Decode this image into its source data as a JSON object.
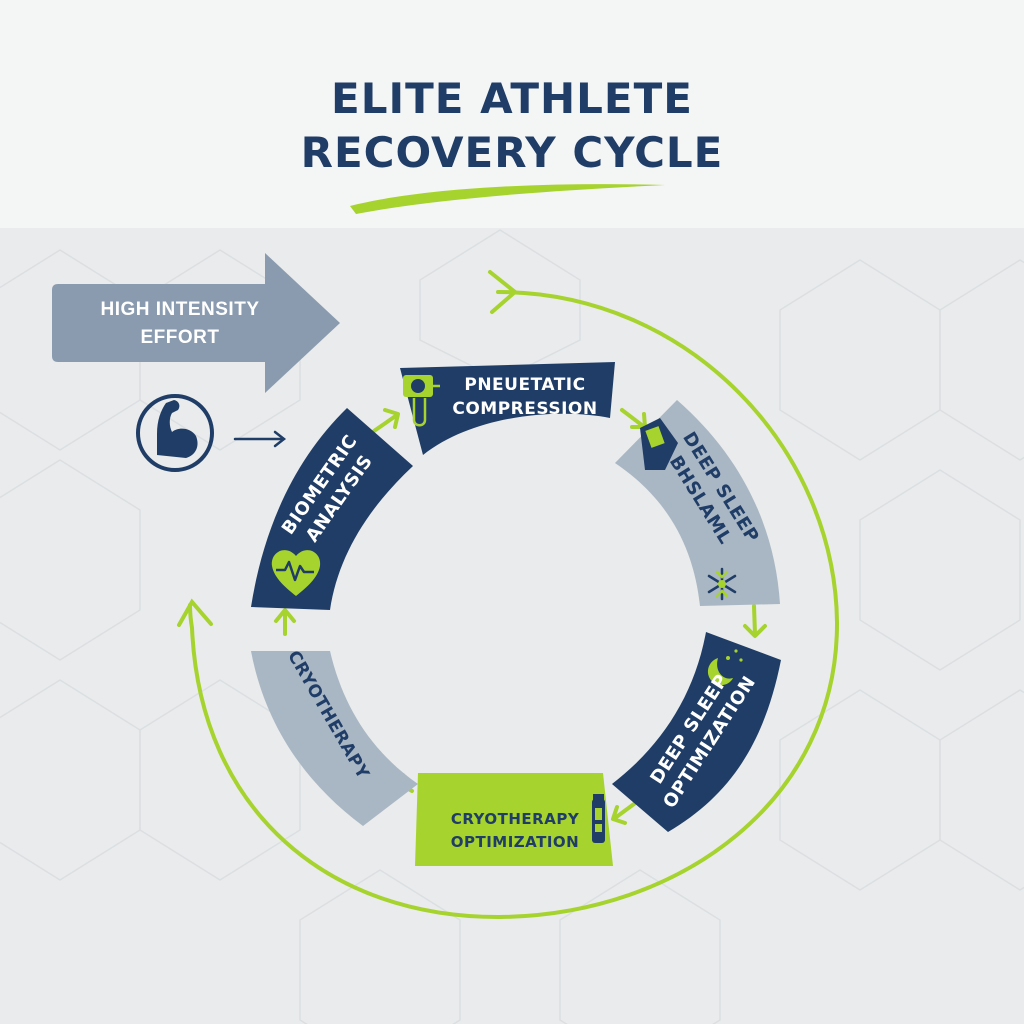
{
  "title": {
    "line1": "ELITE ATHLETE",
    "line2": "RECOVERY CYCLE"
  },
  "start": {
    "line1": "HIGH INTENSITY",
    "line2": "EFFORT",
    "icon": "flexed-bicep-icon"
  },
  "stages": {
    "pneumatic": {
      "line1": "PNEUETATIC",
      "line2": "COMPRESSION",
      "icon": "compression-device-icon"
    },
    "biometric": {
      "line1": "BIOMETRIC",
      "line2": "ANALYSIS",
      "icon": "heart-pulse-icon"
    },
    "deep_sleep_1": {
      "line1": "DEEP SLEEP",
      "line2": "BHSLAML",
      "icon": "snowflake-icon"
    },
    "cryotherapy": {
      "line1": "CRYOTHERAPY"
    },
    "deep_sleep_2": {
      "line1": "DEEP SLEEP",
      "line2": "OPTIMIZATION",
      "icon": "moon-stars-icon"
    },
    "cryo_opt": {
      "line1": "CRYOTHERAPY",
      "line2": "OPTIMIZATION",
      "icon": "cryo-tube-icon"
    }
  },
  "colors": {
    "navy": "#1f3d66",
    "slate": "#8a9bb0",
    "light_slate": "#a9b6c4",
    "lime": "#a6d32e",
    "background": "#e9ebec",
    "header_background": "#f4f5f5"
  }
}
